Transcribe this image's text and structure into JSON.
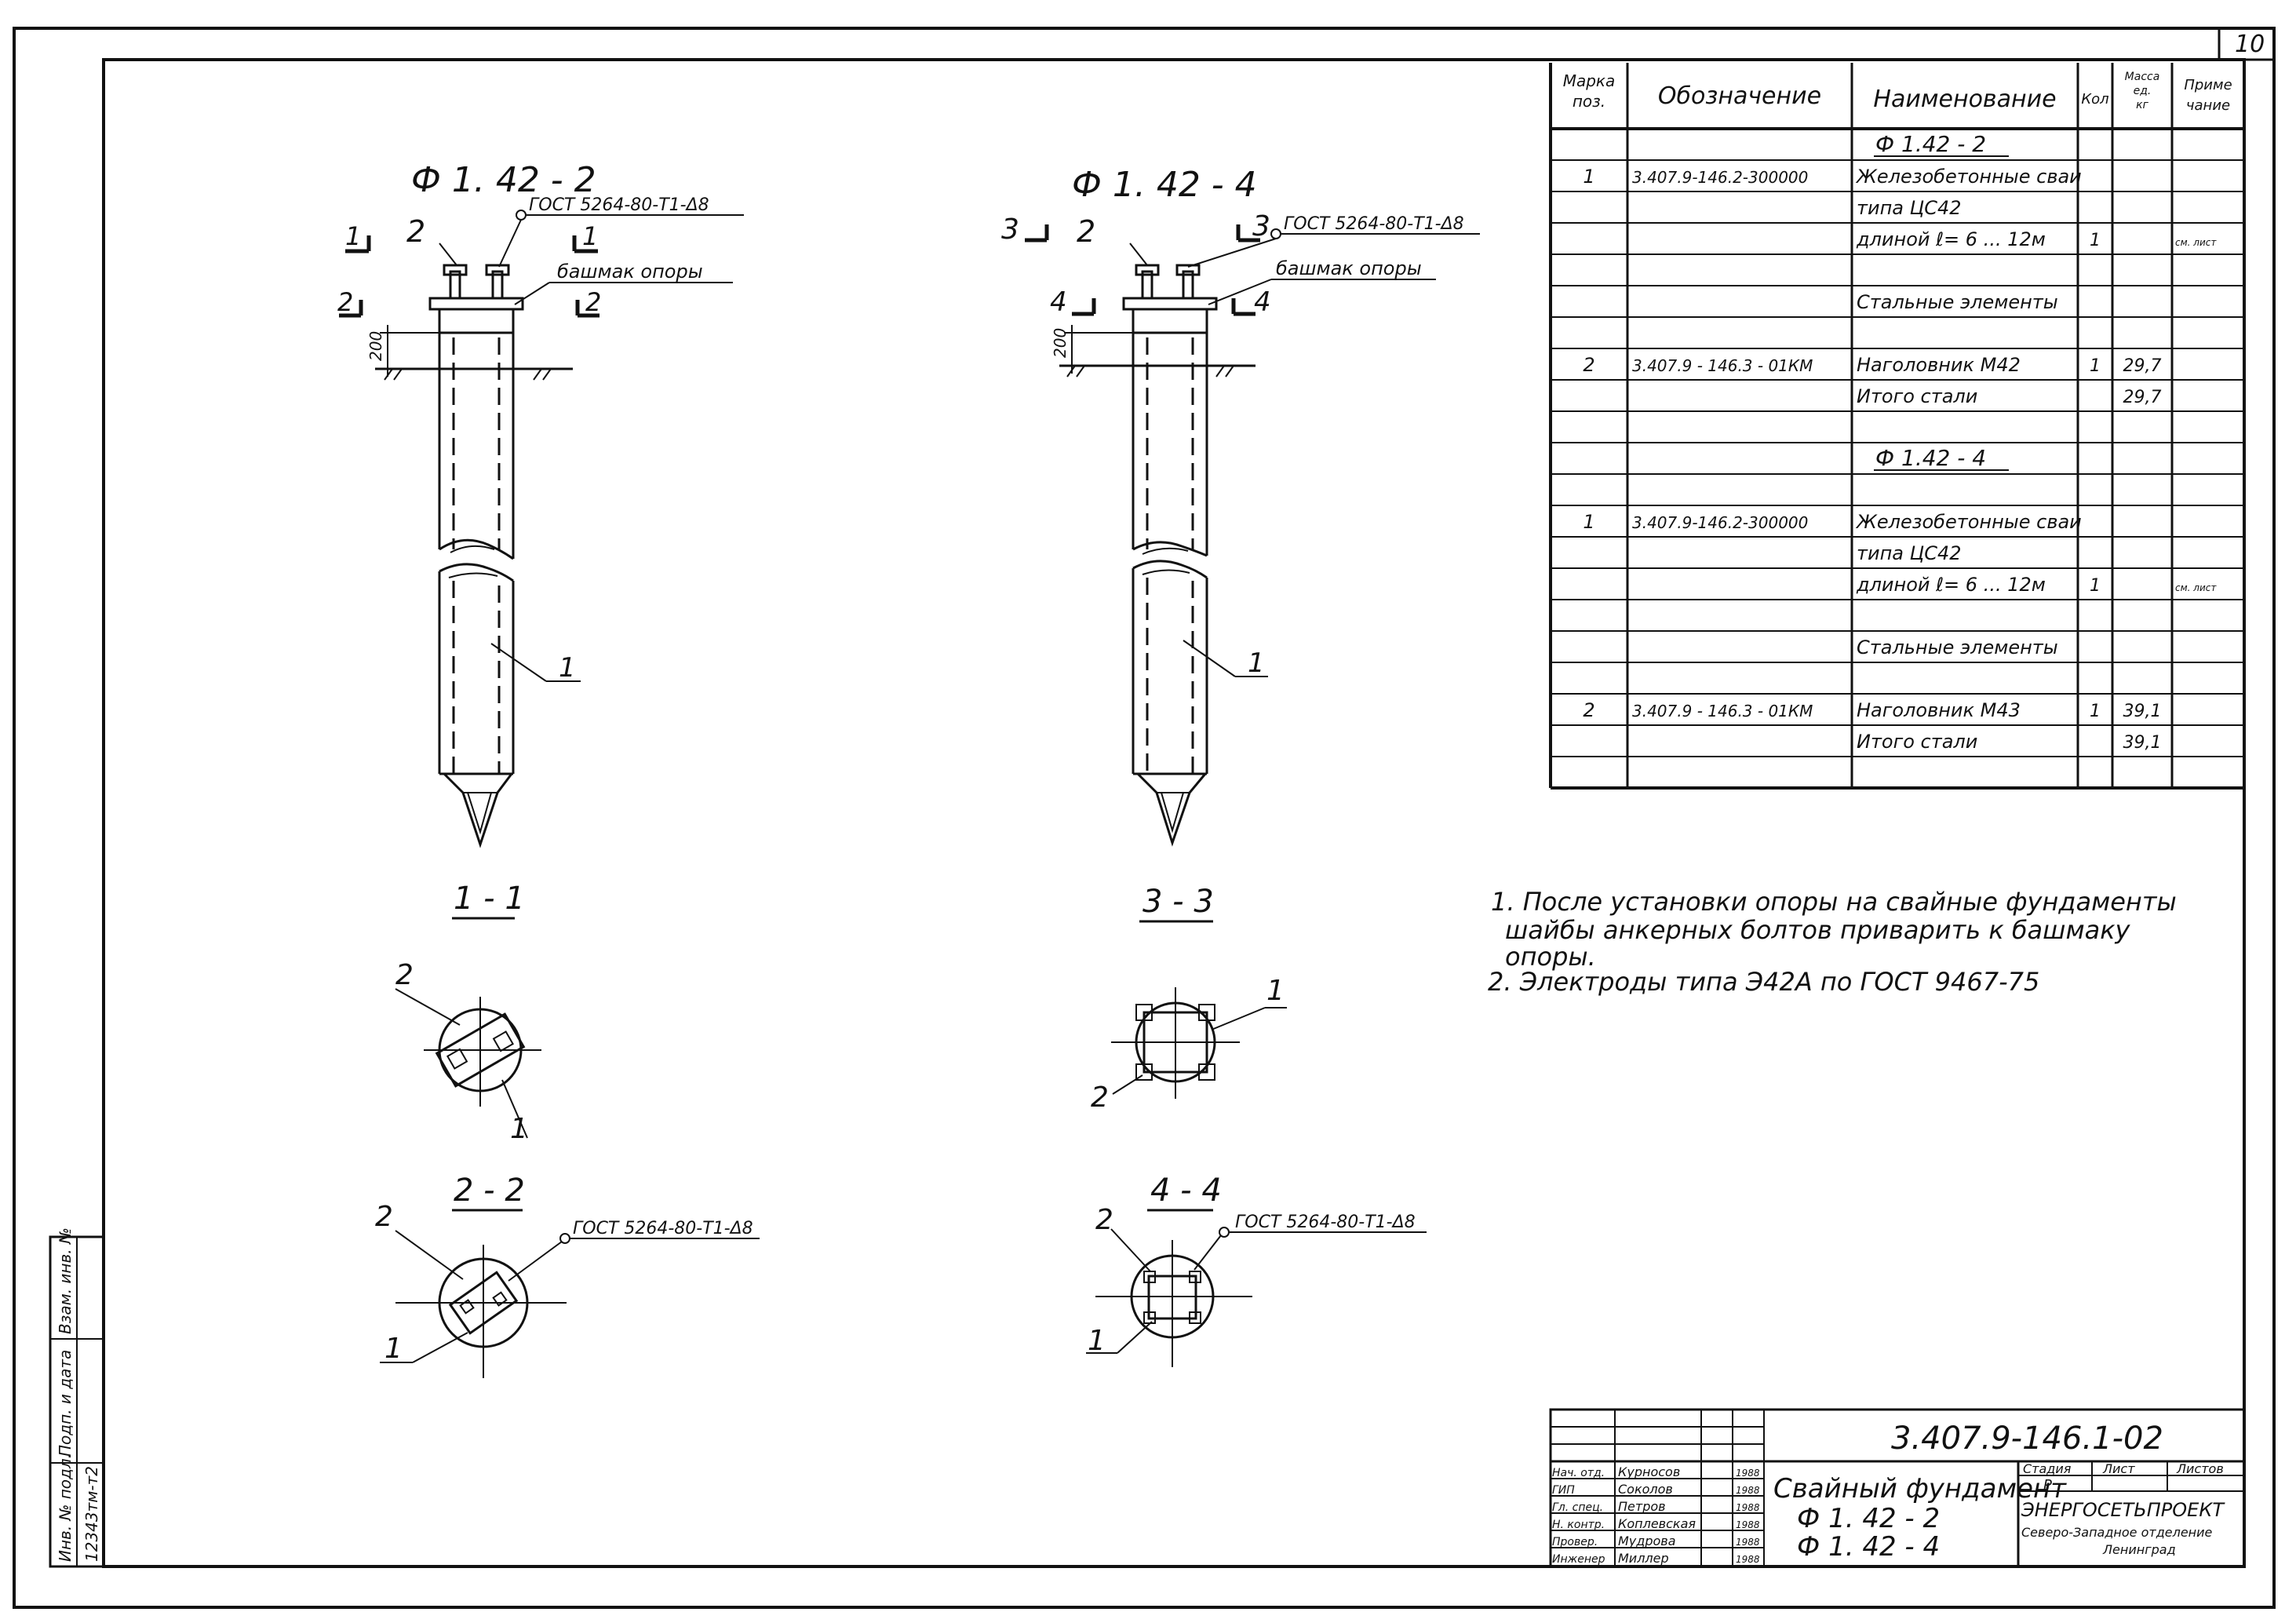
{
  "sheet_number": "10",
  "views": {
    "left_title": "Ф 1. 42 - 2",
    "right_title": "Ф 1. 42 - 4",
    "gost_label": "ГОСТ 5264-80-Т1-Δ8",
    "shoe_label": "башмак опоры",
    "dim_200": "200",
    "callouts": {
      "c1": "1",
      "c2": "2",
      "c3": "3",
      "c4": "4"
    },
    "section_1_1": "1 - 1",
    "section_2_2": "2 - 2",
    "section_3_3": "3 - 3",
    "section_4_4": "4 - 4"
  },
  "spec_table": {
    "headers": [
      "Марка поз.",
      "Обозначение",
      "Наименование",
      "Кол",
      "Масса ед. кг",
      "Приме чание"
    ],
    "rows": [
      {
        "pos": "",
        "code": "",
        "name": "Ф 1.42 - 2",
        "qty": "",
        "mass": "",
        "note": ""
      },
      {
        "pos": "1",
        "code": "3.407.9-146.2-300000",
        "name": "Железобетонные сваи",
        "qty": "",
        "mass": "",
        "note": ""
      },
      {
        "pos": "",
        "code": "",
        "name": "типа ЦС42",
        "qty": "",
        "mass": "",
        "note": ""
      },
      {
        "pos": "",
        "code": "",
        "name": "длиной ℓ= 6 ... 12м",
        "qty": "1",
        "mass": "",
        "note": "см. лист"
      },
      {
        "pos": "",
        "code": "",
        "name": "",
        "qty": "",
        "mass": "",
        "note": ""
      },
      {
        "pos": "",
        "code": "",
        "name": "Стальные элементы",
        "qty": "",
        "mass": "",
        "note": ""
      },
      {
        "pos": "",
        "code": "",
        "name": "",
        "qty": "",
        "mass": "",
        "note": ""
      },
      {
        "pos": "2",
        "code": "3.407.9 - 146.3 - 01КМ",
        "name": "Наголовник М42",
        "qty": "1",
        "mass": "29,7",
        "note": ""
      },
      {
        "pos": "",
        "code": "",
        "name": "Итого стали",
        "qty": "",
        "mass": "29,7",
        "note": ""
      },
      {
        "pos": "",
        "code": "",
        "name": "",
        "qty": "",
        "mass": "",
        "note": ""
      },
      {
        "pos": "",
        "code": "",
        "name": "Ф 1.42 - 4",
        "qty": "",
        "mass": "",
        "note": ""
      },
      {
        "pos": "",
        "code": "",
        "name": "",
        "qty": "",
        "mass": "",
        "note": ""
      },
      {
        "pos": "1",
        "code": "3.407.9-146.2-300000",
        "name": "Железобетонные сваи",
        "qty": "",
        "mass": "",
        "note": ""
      },
      {
        "pos": "",
        "code": "",
        "name": "типа ЦС42",
        "qty": "",
        "mass": "",
        "note": ""
      },
      {
        "pos": "",
        "code": "",
        "name": "длиной ℓ= 6 ... 12м",
        "qty": "1",
        "mass": "",
        "note": "см. лист"
      },
      {
        "pos": "",
        "code": "",
        "name": "",
        "qty": "",
        "mass": "",
        "note": ""
      },
      {
        "pos": "",
        "code": "",
        "name": "Стальные элементы",
        "qty": "",
        "mass": "",
        "note": ""
      },
      {
        "pos": "",
        "code": "",
        "name": "",
        "qty": "",
        "mass": "",
        "note": ""
      },
      {
        "pos": "2",
        "code": "3.407.9 - 146.3 - 01КМ",
        "name": "Наголовник М43",
        "qty": "1",
        "mass": "39,1",
        "note": ""
      },
      {
        "pos": "",
        "code": "",
        "name": "Итого стали",
        "qty": "",
        "mass": "39,1",
        "note": ""
      },
      {
        "pos": "",
        "code": "",
        "name": "",
        "qty": "",
        "mass": "",
        "note": ""
      }
    ]
  },
  "notes": [
    "1. После установки опоры на свайные фундаменты",
    "шайбы анкерных болтов приварить к башмаку",
    "опоры.",
    "2. Электроды типа Э42А по ГОСТ 9467-75"
  ],
  "title_block": {
    "doc_code": "3.407.9-146.1-02",
    "title_line1": "Свайный фундамент",
    "title_line2": "Ф 1. 42 - 2",
    "title_line3": "Ф 1. 42 - 4",
    "stage_label": "Стадия",
    "sheet_label": "Лист",
    "sheets_label": "Листов",
    "stage_value": "Р",
    "org_line1": "ЭНЕРГОСЕТЬПРОЕКТ",
    "org_line2": "Северо-Западное отделение",
    "org_line3": "Ленинград",
    "staff": [
      {
        "role": "Нач. отд.",
        "name": "Курносов",
        "date": "1988"
      },
      {
        "role": "ГИП",
        "name": "Соколов",
        "date": "1988"
      },
      {
        "role": "Гл. спец.",
        "name": "Петров",
        "date": "1988"
      },
      {
        "role": "Н. контр.",
        "name": "Коплевская",
        "date": "1988"
      },
      {
        "role": "Провер.",
        "name": "Мудрова",
        "date": "1988"
      },
      {
        "role": "Инженер",
        "name": "Миллер",
        "date": "1988"
      }
    ]
  },
  "side_stamp": {
    "inv": "Инв. № подл.",
    "sign_date": "Подп. и дата",
    "replace": "Взам. инв. №",
    "inv_value": "12343тм-т2"
  }
}
